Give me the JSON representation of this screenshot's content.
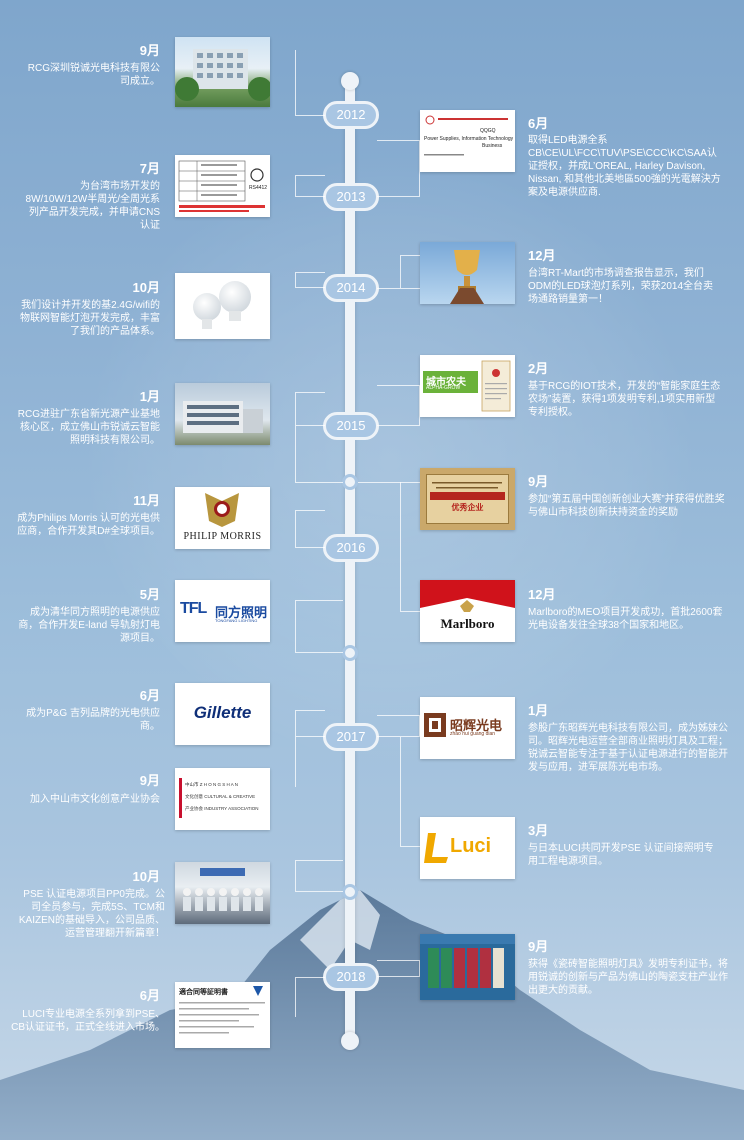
{
  "years": [
    "2012",
    "2013",
    "2014",
    "2015",
    "2016",
    "2017",
    "2018"
  ],
  "events": {
    "e2012_9": {
      "month": "9月",
      "text": "RCG深圳锐诚光电科技有限公司成立。"
    },
    "e2013_7": {
      "month": "7月",
      "text": "为台湾市场开发的8W/10W/12W半周光/全周光系列产品开发完成，并申请CNS认证"
    },
    "e2013_6": {
      "month": "6月",
      "text": "取得LED电源全系CB\\CE\\UL\\FCC\\TUV\\PSE\\CCC\\KC\\SAA认证授权，并成L’OREAL, Harley Davison, Nissan, 和其他北美地區500強的光電解決方案及电源供应商."
    },
    "e2014_10": {
      "month": "10月",
      "text": "我们设计并开发的基2.4G/wifi的物联网智能灯泡开发完成，丰富了我们的产品体系。"
    },
    "e2014_12": {
      "month": "12月",
      "text": "台湾RT-Mart的市场调查报告显示，我们ODM的LED球泡灯系列，荣获2014全台卖场通路销量第一！"
    },
    "e2015_1": {
      "month": "1月",
      "text": "RCG进驻广东省新光源产业基地核心区，成立佛山市锐诚云智能照明科技有限公司。"
    },
    "e2015_2": {
      "month": "2月",
      "text": "基于RCG的IOT技术，开发的“智能家庭生态农场”装置，获得1项发明专利,1项实用新型专利授权。"
    },
    "e2015_9": {
      "month": "9月",
      "text": "参加“第五届中国创新创业大赛”并获得优胜奖与佛山市科技创新扶持资金的奖励"
    },
    "e2016_11": {
      "month": "11月",
      "text": "成为Philips Morris 认可的光电供应商，合作开发其D#全球项目。"
    },
    "e2016_12": {
      "month": "12月",
      "text": "Marlboro的MEO项目开发成功，首批2600套光电设备发往全球38个国家和地区。"
    },
    "e2016_5": {
      "month": "5月",
      "text": "成为清华同方照明的电源供应商，合作开发E-land 导轨射灯电源项目。"
    },
    "e2017_6": {
      "month": "6月",
      "text": "成为P&G 吉列品牌的光电供应商。"
    },
    "e2017_1": {
      "month": "1月",
      "text": "参股广东昭辉光电科技有限公司，成为姊妹公司。昭辉光电运营全部商业照明灯具及工程；锐诚云智能专注于基于认证电源进行的智能开发与应用，进军展陈光电市场。"
    },
    "e2017_9": {
      "month": "9月",
      "text": "加入中山市文化创意产业协会"
    },
    "e2017_3": {
      "month": "3月",
      "text": "与日本LUCI共同开发PSE 认证间接照明专用工程电源项目。"
    },
    "e2017_10": {
      "month": "10月",
      "text": "PSE 认证电源项目PP0完成。公司全员参与，完成5S、TCM和KAIZEN的基础导入，公司品质、运营管理翻开新篇章！"
    },
    "e2018_9": {
      "month": "9月",
      "text": "获得《瓷砖智能照明灯具》发明专利证书，将用锐诚的创新与产品为佛山的陶瓷支柱产业作出更大的贡献。"
    },
    "e2018_6": {
      "month": "6月",
      "text": "LUCI专业电源全系列拿到PSE、CB认证证书，正式全线进入市场。"
    }
  },
  "logos": {
    "cns": "RS4412",
    "ul_title": "QQGQ",
    "ul_line1": "Power Supplies, Information Technology",
    "ul_line2": "Business",
    "farm_cn": "城市农夫",
    "farm_en": "ALPHA-GROW",
    "award": "优秀企业",
    "philip": "PHILIP MORRIS",
    "marlboro": "Marlboro",
    "tfl": "TFL",
    "tfl_cn": "同方照明",
    "tfl_en": "TONGFANG LIGHTING",
    "gillette": "Gillette",
    "zs_top": "中山市 Z H O N G S H A N",
    "zs_mid": "文化创意 CULTURAL & CREATIVE",
    "zs_bot": "产业协会 INDUSTRY ASSOCIATION",
    "zh_cn": "昭辉光电",
    "zh_en": "zhao hui guang dian",
    "luci": "Luci",
    "cert_title": "適合同等証明書"
  }
}
